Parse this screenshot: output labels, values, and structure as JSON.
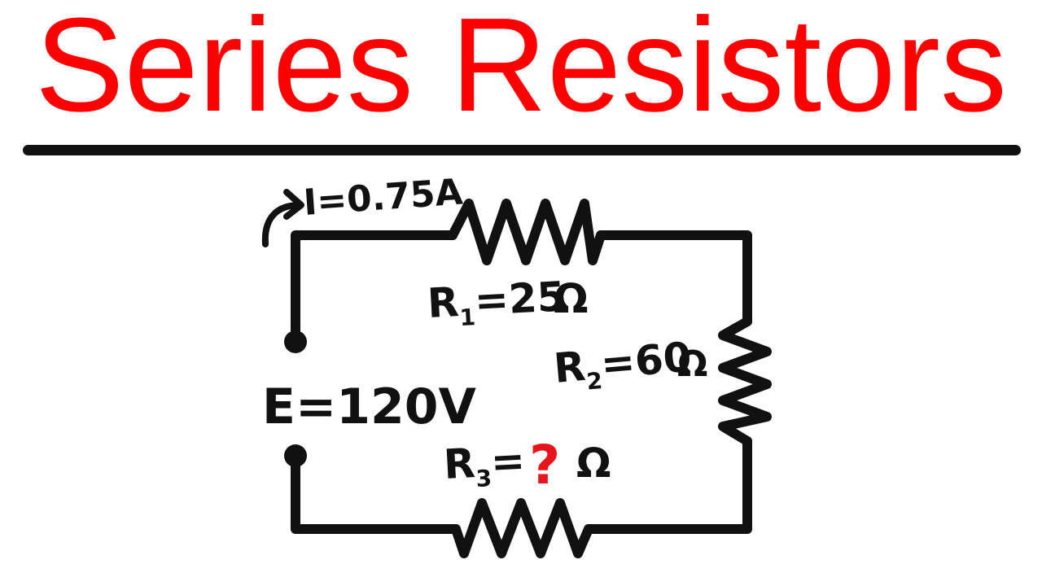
{
  "title": "Series Resistors",
  "colors": {
    "title": "#ff0000",
    "ink": "#111111",
    "unknown": "#e8141c",
    "background": "#ffffff"
  },
  "labels": {
    "current": "I=0.75A",
    "source": "E=120V",
    "r1_name": "R",
    "r1_sub": "1",
    "r1_value": "=25",
    "r2_name": "R",
    "r2_sub": "2",
    "r2_value": "=60",
    "r3_name": "R",
    "r3_sub": "3",
    "r3_eq": "=",
    "r3_unknown": "?",
    "ohm": "Ω"
  }
}
